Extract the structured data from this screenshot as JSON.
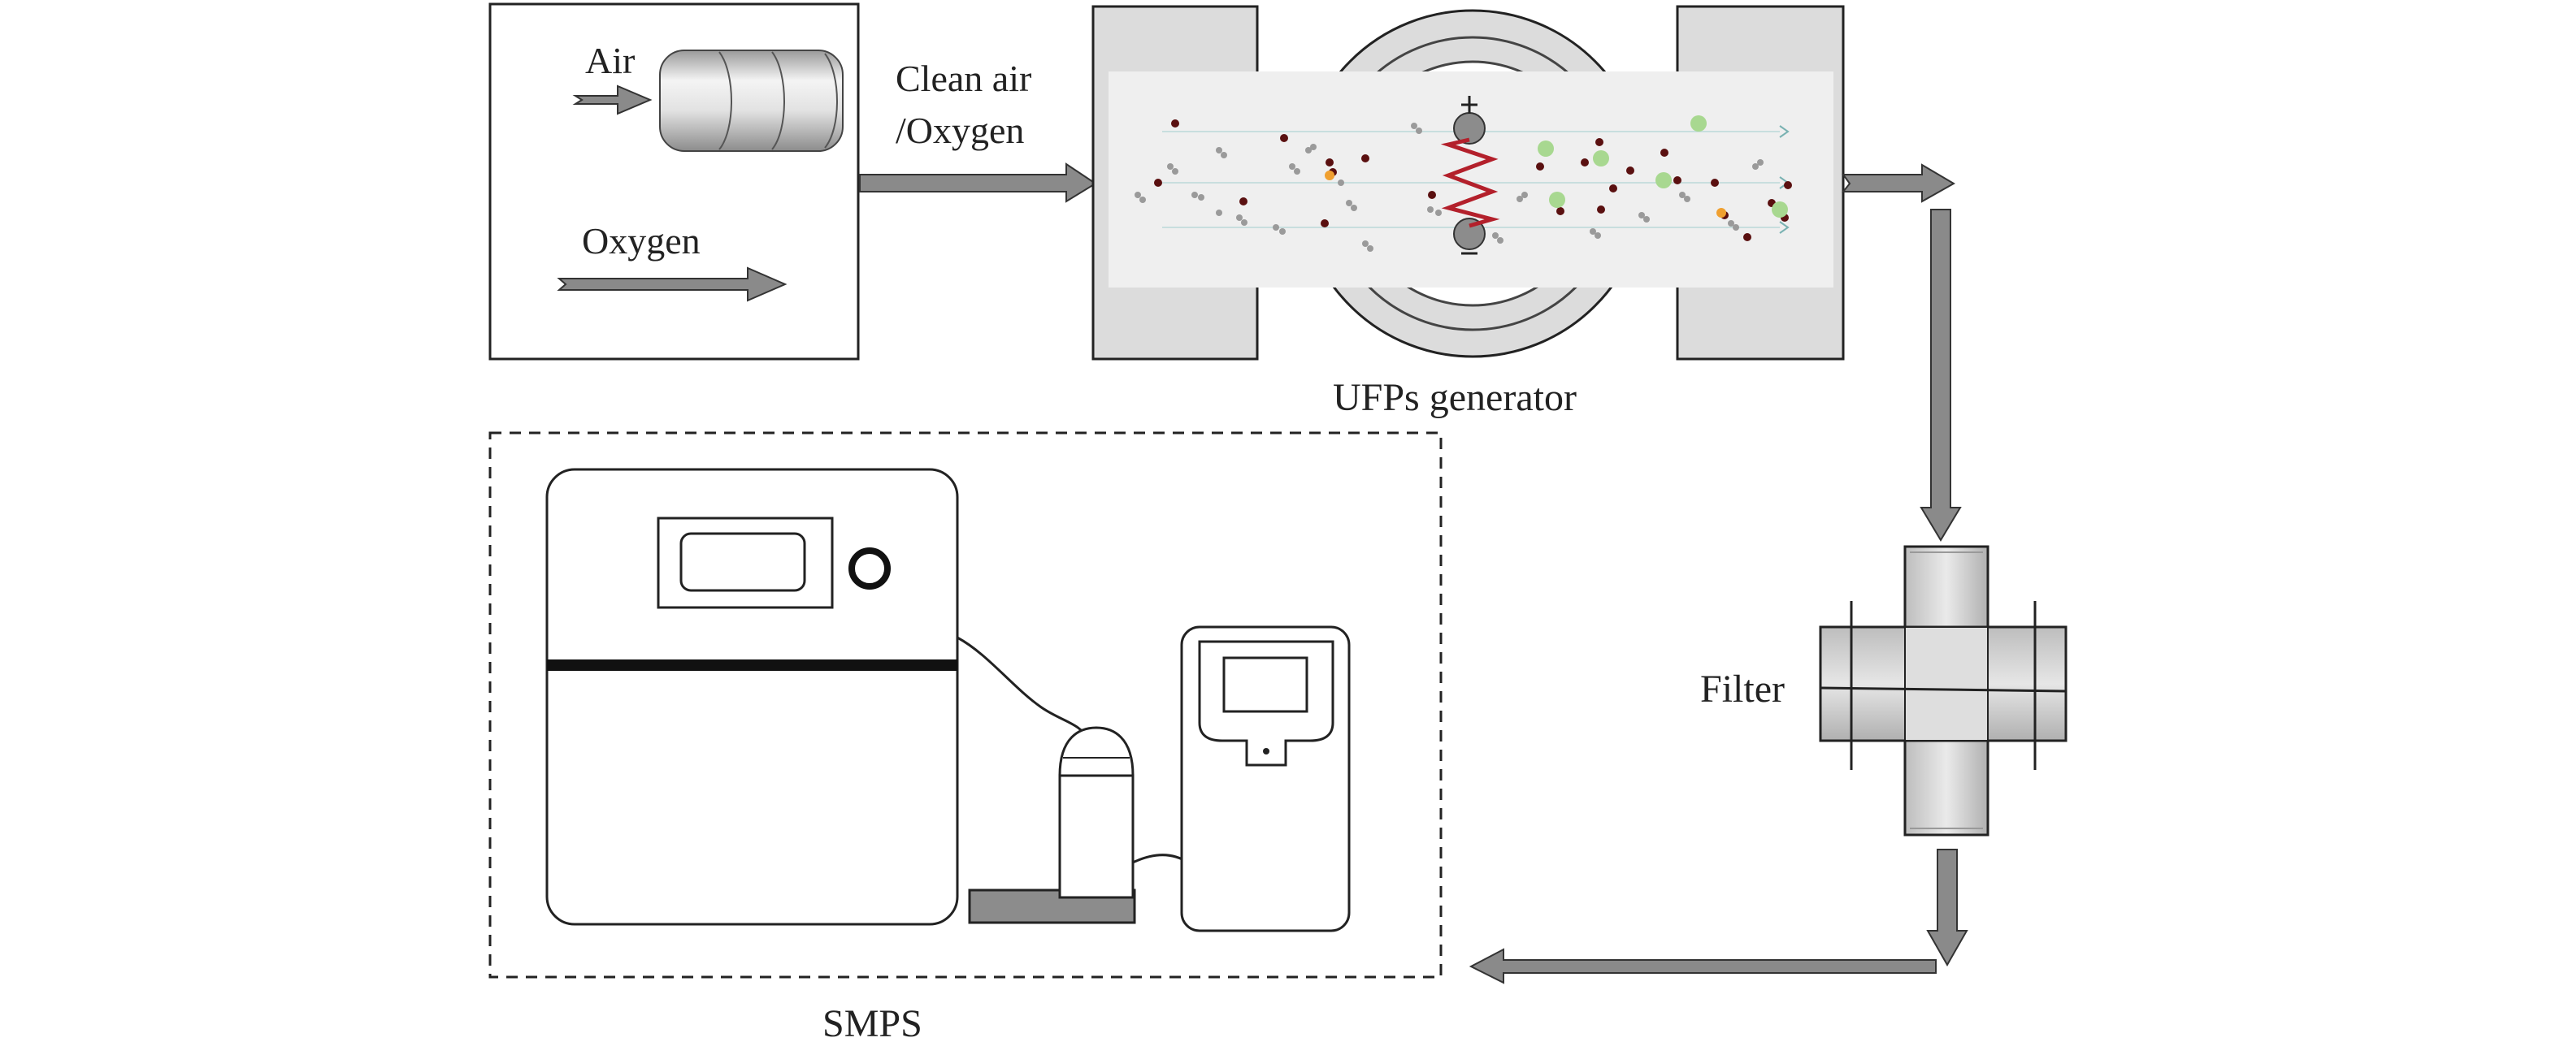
{
  "labels": {
    "air": "Air",
    "oxygen": "Oxygen",
    "clean_air": "Clean air",
    "clean_oxygen": "/Oxygen",
    "ufps_generator": "UFPs generator",
    "filter": "Filter",
    "smps": "SMPS"
  },
  "colors": {
    "arrow_fill": "#8a8a8a",
    "housing_fill": "#dcdcdc",
    "chamber_fill": "#efefef",
    "electrode_fill": "#8c8c8c",
    "spring_stroke": "#b3202b",
    "particle_dark": "#5a1010",
    "particle_grey": "#9a9a9a",
    "particle_green": "#a8d890",
    "particle_orange": "#f0a030",
    "flow_line": "#9fc6c6"
  },
  "icons": {
    "gas_source": "gas-cylinder-icon",
    "generator": "spark-discharge-generator-icon",
    "filter": "filter-housing-icon",
    "analyzer": "smps-analyzer-icon"
  }
}
